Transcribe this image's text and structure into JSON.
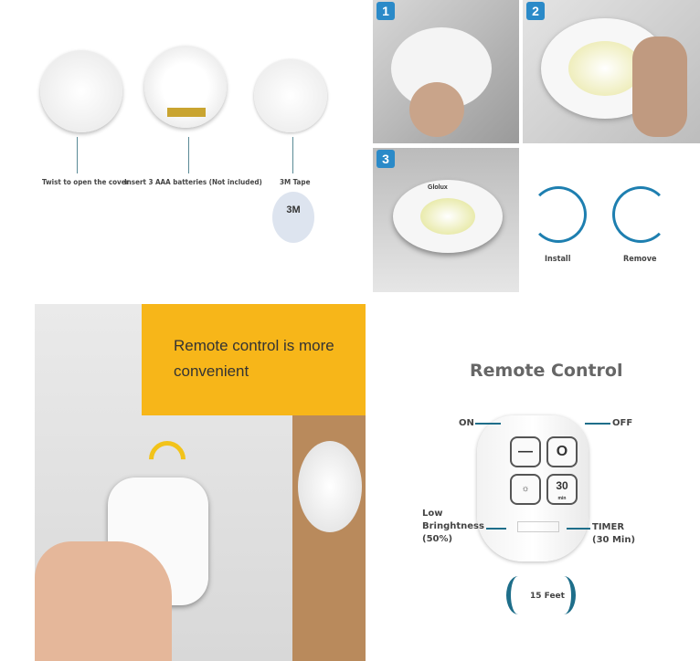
{
  "steps_panel": {
    "step1": "Twist to open the cover",
    "step2": "Insert 3 AAA batteries (Not included)",
    "step3": "3M Tape",
    "tape_text": "3M"
  },
  "install_panel": {
    "badges": [
      "1",
      "2",
      "3"
    ],
    "brand": "Glolux",
    "install": "Install",
    "remove": "Remove"
  },
  "photo_panel": {
    "caption_line1": "Remote control is more",
    "caption_line2": "convenient",
    "caption_bg": "#f7b619"
  },
  "remote_panel": {
    "title": "Remote Control",
    "on": "ON",
    "off": "OFF",
    "low_line1": "Low",
    "low_line2": "Bringhtness",
    "low_line3": "(50%)",
    "timer_line1": "TIMER",
    "timer_line2": "(30 Min)",
    "timer_button": "30",
    "timer_button_unit": "min",
    "range": "15 Feet",
    "accent": "#1e6e8a"
  }
}
